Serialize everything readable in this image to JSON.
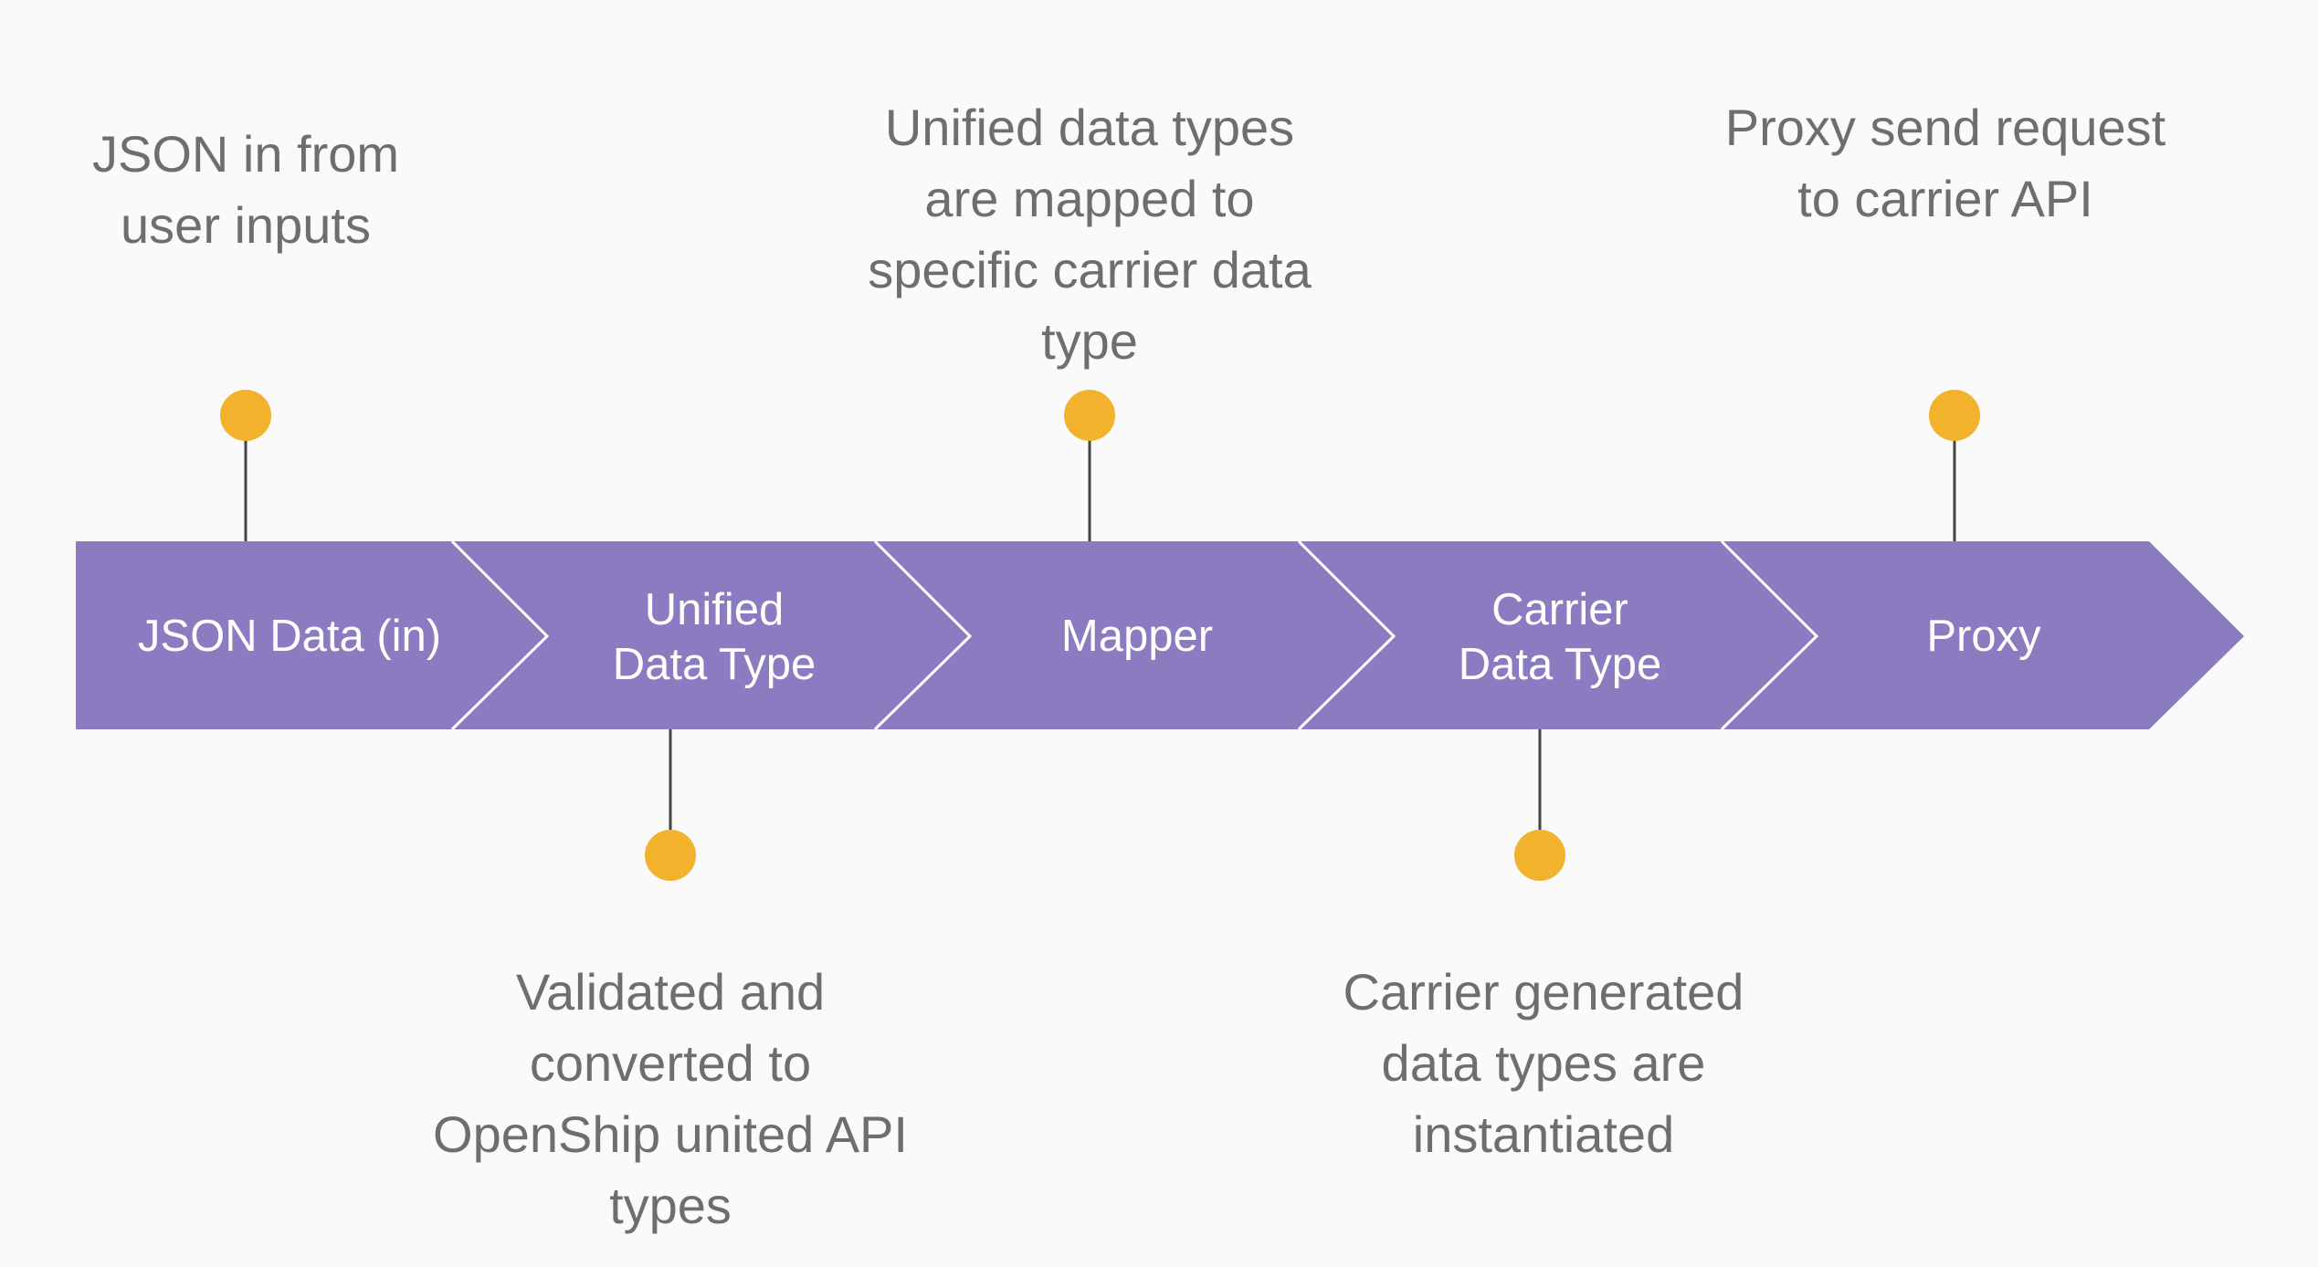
{
  "colors": {
    "background": "#fafafa",
    "chevron_fill": "#8b7cc1",
    "chevron_separator": "#ffffff",
    "marker": "#f3b22c",
    "connector": "#444444",
    "note_text": "#6e6e6e",
    "chevron_text": "#ffffff"
  },
  "stages": [
    {
      "id": "json-data-in",
      "label": "JSON Data (in)"
    },
    {
      "id": "unified-data-type",
      "label": "Unified Data Type"
    },
    {
      "id": "mapper",
      "label": "Mapper"
    },
    {
      "id": "carrier-data-type",
      "label": "Carrier Data Type"
    },
    {
      "id": "proxy",
      "label": "Proxy"
    }
  ],
  "annotations": [
    {
      "stage": "json-data-in",
      "side": "top",
      "text": "JSON in from user inputs"
    },
    {
      "stage": "unified-data-type",
      "side": "bottom",
      "text": "Validated and converted to OpenShip united API types"
    },
    {
      "stage": "mapper",
      "side": "top",
      "text": "Unified data types are mapped to specific carrier data type"
    },
    {
      "stage": "carrier-data-type",
      "side": "bottom",
      "text": "Carrier generated data types are instantiated"
    },
    {
      "stage": "proxy",
      "side": "top",
      "text": "Proxy send request to carrier API"
    }
  ]
}
